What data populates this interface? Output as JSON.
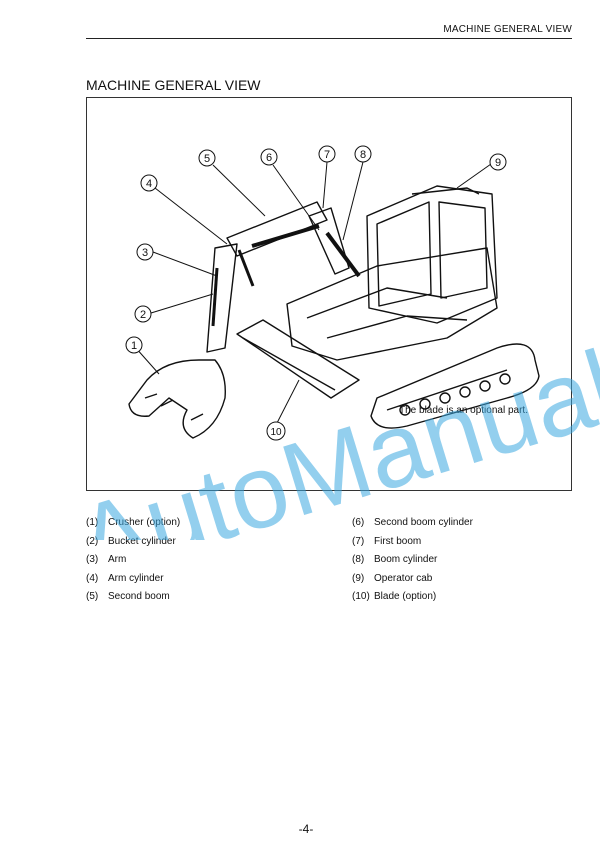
{
  "header": {
    "running_title": "MACHINE GENERAL VIEW"
  },
  "section": {
    "title": "MACHINE GENERAL VIEW"
  },
  "figure": {
    "callouts": [
      "1",
      "2",
      "3",
      "4",
      "5",
      "6",
      "7",
      "8",
      "9",
      "10"
    ],
    "note": "The blade is an optional part."
  },
  "legend": {
    "left": [
      {
        "num": "(1)",
        "label": "Crusher (option)"
      },
      {
        "num": "(2)",
        "label": "Bucket cylinder"
      },
      {
        "num": "(3)",
        "label": "Arm"
      },
      {
        "num": "(4)",
        "label": "Arm cylinder"
      },
      {
        "num": "(5)",
        "label": "Second boom"
      }
    ],
    "right": [
      {
        "num": "(6)",
        "label": "Second boom cylinder"
      },
      {
        "num": "(7)",
        "label": "First boom"
      },
      {
        "num": "(8)",
        "label": "Boom cylinder"
      },
      {
        "num": "(9)",
        "label": "Operator cab"
      },
      {
        "num": "(10)",
        "label": "Blade (option)"
      }
    ]
  },
  "watermark": {
    "text": "AutoManual",
    "color": "#3aa8e0"
  },
  "footer": {
    "page_number": "-4-"
  }
}
